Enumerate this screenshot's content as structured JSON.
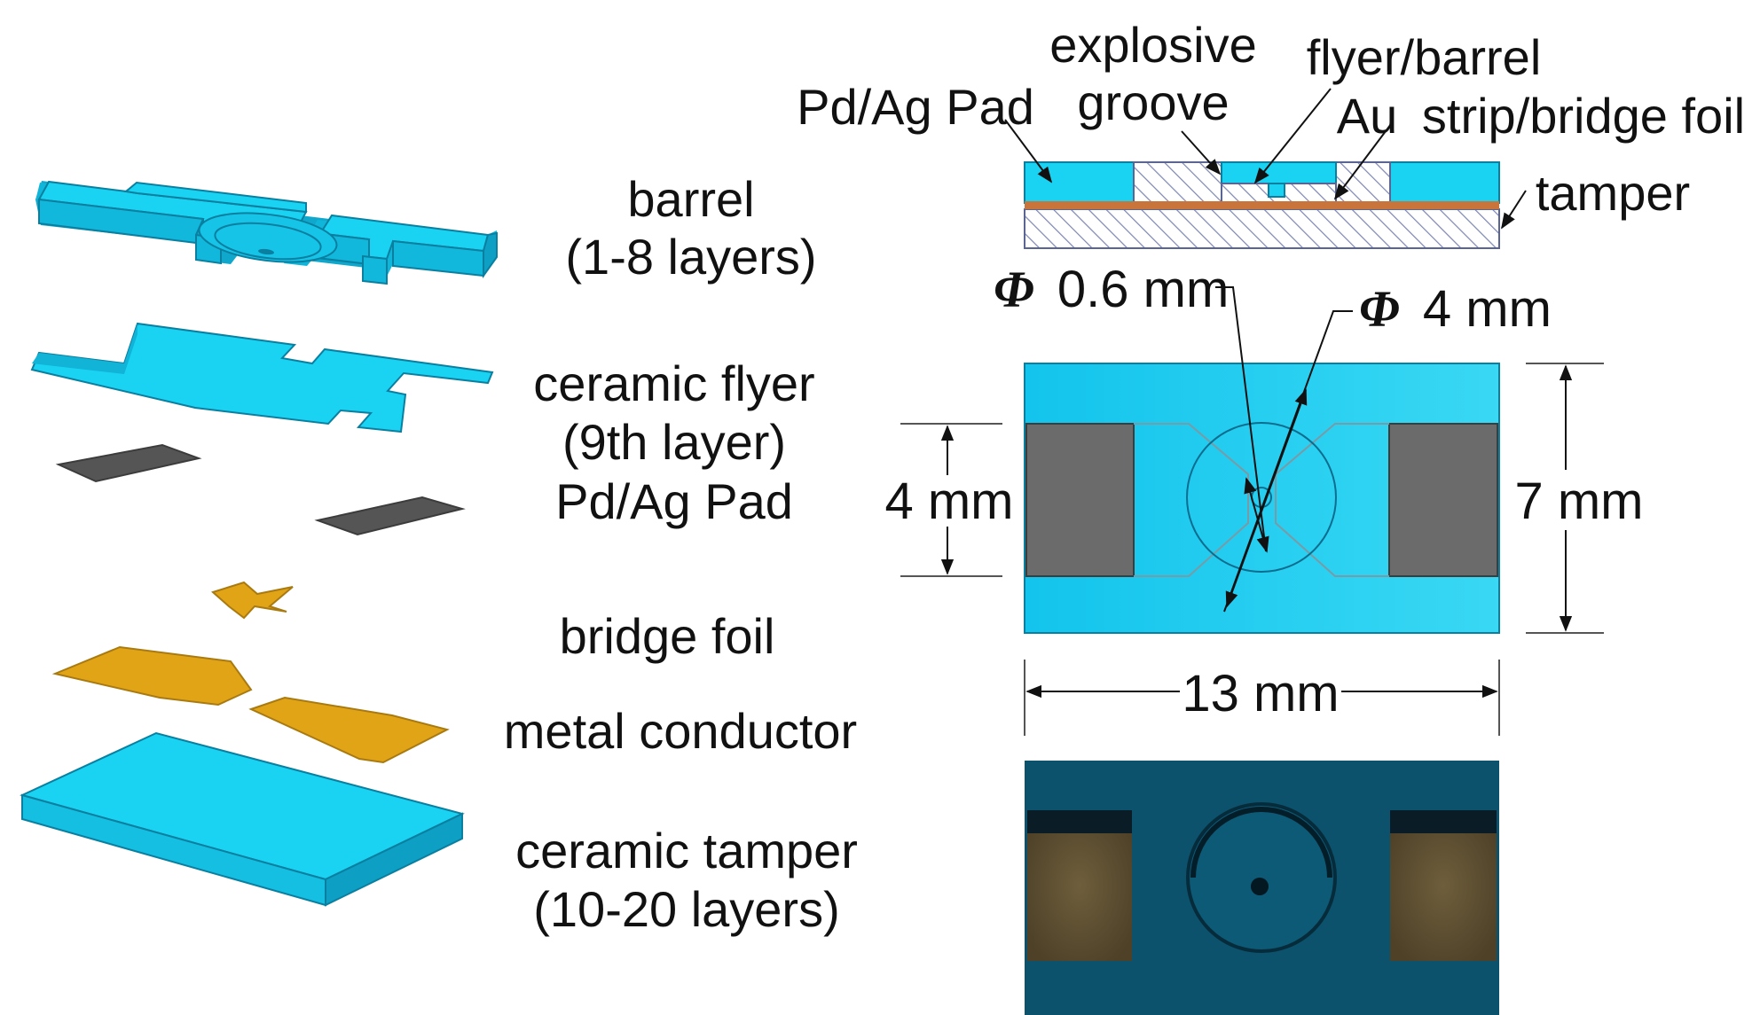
{
  "labels": {
    "barrel": "barrel",
    "barrel_layers": "(1-8 layers)",
    "ceramic_flyer": "ceramic flyer",
    "flyer_layer": "(9th layer)",
    "pad": "Pd/Ag Pad",
    "bridge_foil": "bridge foil",
    "metal_conductor": "metal conductor",
    "ceramic_tamper": "ceramic tamper",
    "tamper_layers": "(10-20 layers)"
  },
  "section": {
    "explosive": "explosive",
    "groove": "groove",
    "flyer_barrel": "flyer/barrel",
    "pad": "Pd/Ag Pad",
    "au": "Au",
    "strip_bridge_foil": "strip/bridge foil",
    "tamper": "tamper"
  },
  "dimensions": {
    "phi_symbol": "Φ",
    "hole_diameter": "0.6 mm",
    "groove_diameter": "4 mm",
    "pad_height": "4 mm",
    "chip_height": "7 mm",
    "chip_width": "13 mm"
  },
  "colors": {
    "ceramic": "#19d2f0",
    "ceramic_light": "#48dcf6",
    "pad": "#5e5e5e",
    "metal": "#e2a417",
    "gold_line": "#c8743a",
    "photo": "#0c5470"
  }
}
